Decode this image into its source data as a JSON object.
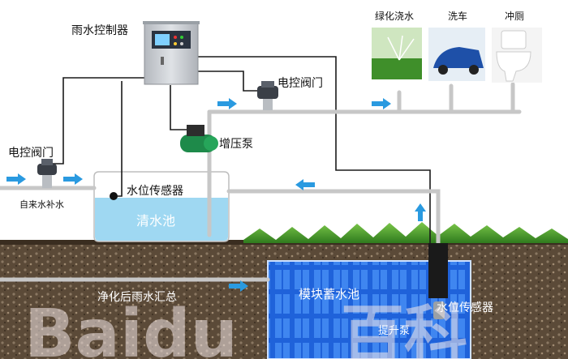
{
  "labels": {
    "controller": "雨水控制器",
    "valve_top": "电控阀门",
    "valve_left": "电控阀门",
    "tap_water": "自来水补水",
    "booster_pump": "增压泵",
    "level_sensor_left": "水位传感器",
    "clear_pool": "清水池",
    "garden": "绿化浇水",
    "car_wash": "洗车",
    "toilet": "冲厕",
    "purified_inflow": "净化后雨水汇总",
    "module_tank": "模块蓄水池",
    "level_sensor_right": "水位传感器",
    "lift_pump": "提升泵"
  },
  "watermark": {
    "text_latin": "Baidu",
    "text_cjk": "百科"
  },
  "colors": {
    "pipe": "#c8c8c8",
    "wire": "#1a1a1a",
    "flow_arrow": "#2a9ae0",
    "clear_water": "#9fd8f2",
    "tank_blue": "#1e5fd6",
    "soil": "#4a3a2a",
    "grass": "#3f9a2a",
    "cabinet": "#c9ccd1"
  }
}
